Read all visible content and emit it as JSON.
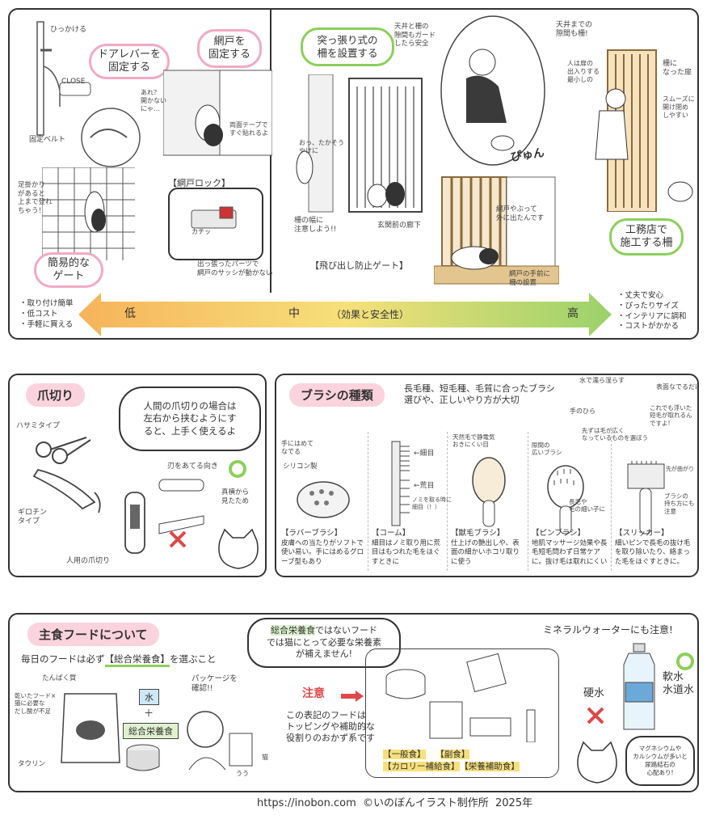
{
  "top": {
    "low_end": {
      "pill_1": "ドアレバーを\n固定する",
      "pill_2": "網戸を\n固定する",
      "pill_3": "簡易的な\nゲート",
      "note_lever": "ひっかける",
      "note_close": "CLOSE",
      "note_belt": "固定ベルト",
      "note_cat1": "あれ？\n開かない\nにゃ…",
      "note_tape": "両面テープで\nすぐ貼れるよ",
      "note_climb": "足掛かり\nがあると\n上まで登れ\nちゃう！",
      "lock_title": "【網戸ロック】",
      "lock_click": "カチッ",
      "lock_note": "出っ張ったパーツで\n網戸のサッシが動かない"
    },
    "middle": {
      "pill": "突っ張り式の\n柵を設置する",
      "note_top": "天井と柵の\n隙間もガード\nしたら安全",
      "note_cat": "おっ、たかそう\nやけに",
      "note_gap": "柵の幅に\n注意しよう!!",
      "note_floor": "玄関前の廊下",
      "gate_label": "【飛び出し防止ゲート】",
      "note_pin": "ぴゅん",
      "note_screen": "網戸やぶって\n外に出たんです",
      "note_set": "網戸の手前に\n柵の設置"
    },
    "high_end": {
      "note_top": "天井までの\n隙間も柵!",
      "note_door": "人は扉の\n出入りする\n最小しの",
      "note_slide": "スムーズに\n開け閉め\nしやすい",
      "note_bar": "柵に\nなった扉",
      "pill": "工務店で\n施工する柵"
    },
    "left_list": [
      "・取り付け簡単",
      "・低コスト",
      "・手軽に買える"
    ],
    "right_list": [
      "・丈夫で安心",
      "・ぴったりサイズ",
      "・インテリアに調和",
      "・コストがかかる"
    ],
    "scale": {
      "low": "低",
      "mid": "中",
      "caption": "（効果と安全性）",
      "high": "高"
    }
  },
  "nail": {
    "title": "爪切り",
    "bubble": "人間の爪切りの場合は\n左右から挟むようにす\nると、上手く使えるよ",
    "scissor": "ハサミタイプ",
    "guillotine": "ギロチン\nタイプ",
    "human": "人用の爪切り",
    "blade": "刃をあてる向き",
    "side": "真横から\n見たため"
  },
  "brush": {
    "title": "ブラシの種類",
    "intro": "長毛種、短毛種、毛質に合ったブラシ\n選びや、正しいやり方が大切",
    "note_water": "水で濡ら湿らす",
    "note_hand": "手のひら",
    "note_glove": "表面なでるだけ",
    "note_hair": "これでも浮いた\n短毛が取れるん\nですよ!",
    "note_fit": "手にはめて\nなでる",
    "note_silicon": "シリコン製",
    "note_fine": "←細目",
    "note_coarse": "←荒目",
    "note_flea": "ノミを取る時に\n細目（！）",
    "note_natural": "天然毛で静電気\nおきにくい目",
    "note_wide": "隙間の\n広いブラシ",
    "note_pinhead": "先ずは毛が広く\nなっているものを選ぼう",
    "note_round": "長毛や\n毛の細い子に",
    "note_slicker_tip": "先が曲がり",
    "note_slicker": "ブラシの\n持ち方にも\n注意",
    "items": [
      {
        "name": "【ラバーブラシ】",
        "desc": "皮膚への当たりがソフトで使い易い。手にはめるグローブ型もあり"
      },
      {
        "name": "【コーム】",
        "desc": "細目はノミ取り用に荒目はもつれた毛をほぐすときに"
      },
      {
        "name": "【獣毛ブラシ】",
        "desc": "仕上げの艶出しや、表面の細かいホコリ取りに使う"
      },
      {
        "name": "【ピンブラシ】",
        "desc": "地肌マッサージ効果や長毛短毛問わず日常ケアに。抜け毛は取れにくい"
      },
      {
        "name": "【スリッカー】",
        "desc": "細いピンで長毛の抜け毛を取り除いたり、絡まった毛をほぐすときに。"
      }
    ]
  },
  "food": {
    "title": "主食フードについて",
    "line_pre": "毎日のフードは必ず",
    "line_hl": "【総合栄養食】",
    "line_post": "を選ぶこと",
    "bubble_hl": "総合栄養食",
    "bubble_rest": "ではないフード\nでは猫にとって必要な栄養素\nが補えません!",
    "note_protein": "たんぱく質",
    "note_taurine": "タウリン",
    "note_dry": "乾いたフード×\n猫に必要な\nだし酸が不足",
    "water": "水",
    "plus": "＋",
    "complete": "総合栄養食",
    "check": "パッケージを\n確認!!",
    "check2": "うう",
    "check3": "猫",
    "caution": "注意",
    "caution_text": "この表記のフードは\nトッピングや補助的な\n役割りのおかず系です",
    "labels": [
      "【一般食】",
      "【副食】",
      "【カロリー補給食】",
      "【栄養補助食】"
    ],
    "mineral_title": "ミネラルウォーターにも注意!",
    "hard": "硬水",
    "soft": "軟水\n水道水",
    "mineral_note": "マグネシウムや\nカルシウムが多いと\n尿路結石の\n心配あり!"
  },
  "footer": "https://inobon.com  ©いのぼんイラスト制作所  2025年",
  "colors": {
    "pink": "#f2a9c4",
    "green": "#8ccf5a",
    "orange": "#f6b35a",
    "yellow": "#f6e07a",
    "light_green": "#9ad26a",
    "tag_pink": "#fbd3df",
    "red": "#e04848"
  }
}
